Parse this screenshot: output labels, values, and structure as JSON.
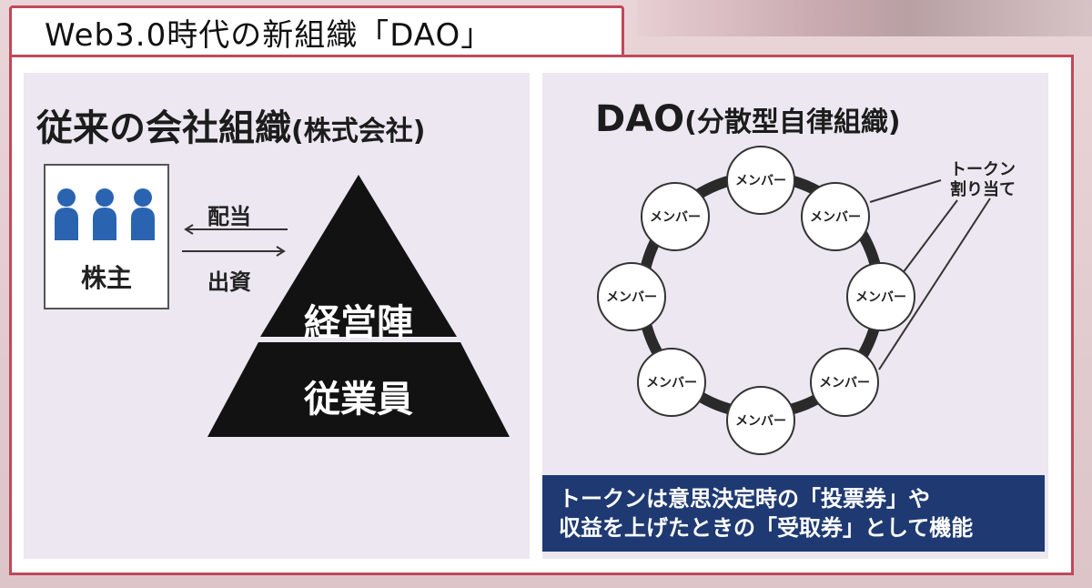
{
  "title": "Web3.0時代の新組織「DAO」",
  "left": {
    "heading_main": "従来の会社組織",
    "heading_sub": "(株式会社)",
    "shareholder_label": "株主",
    "dividend_label": "配当",
    "investment_label": "出資",
    "pyramid_top": "経営陣",
    "pyramid_bottom": "従業員"
  },
  "right": {
    "heading_main": "DAO",
    "heading_sub": "(分散型自律組織)",
    "member_label": "メンバー",
    "token_label_line1": "トークン",
    "token_label_line2": "割り当て",
    "info_line1": "トークンは意思決定時の「投票券」や",
    "info_line2": "収益を上げたときの「受取券」として機能"
  },
  "colors": {
    "accent": "#c0485a",
    "info_bg": "#1f3a72",
    "panel_bg": "#ece7f0",
    "person": "#2a64b0"
  }
}
